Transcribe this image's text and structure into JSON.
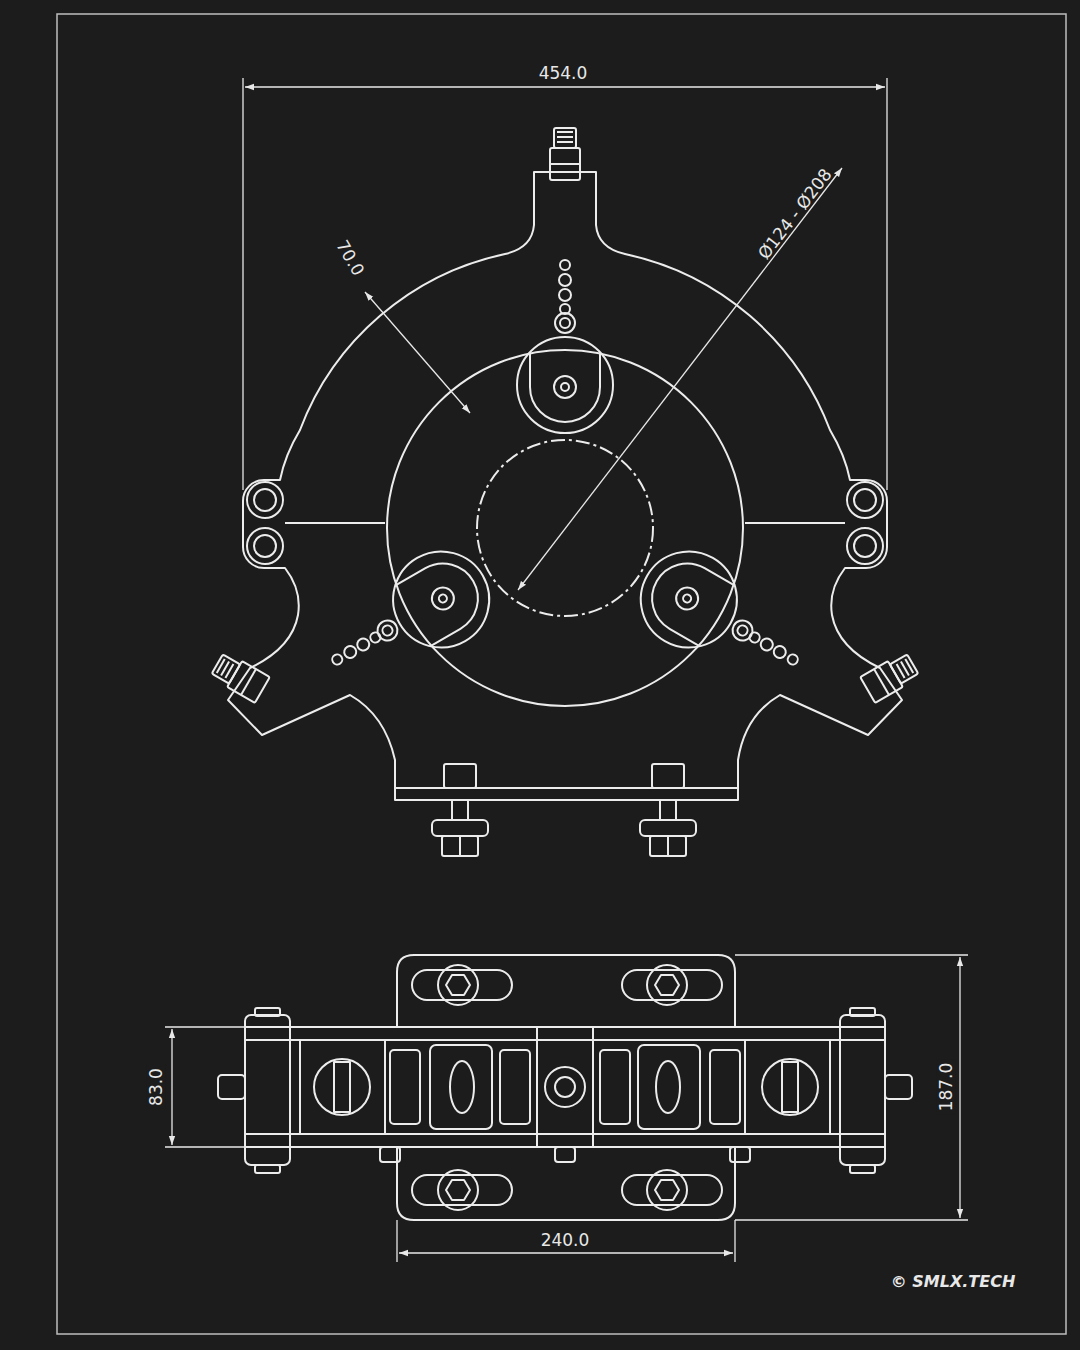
{
  "diagram": {
    "labels": [
      "454.0",
      "70.0",
      "Ø124 - Ø208",
      "83.0",
      "187.0",
      "240.0",
      "© SMLX.TECH"
    ]
  }
}
